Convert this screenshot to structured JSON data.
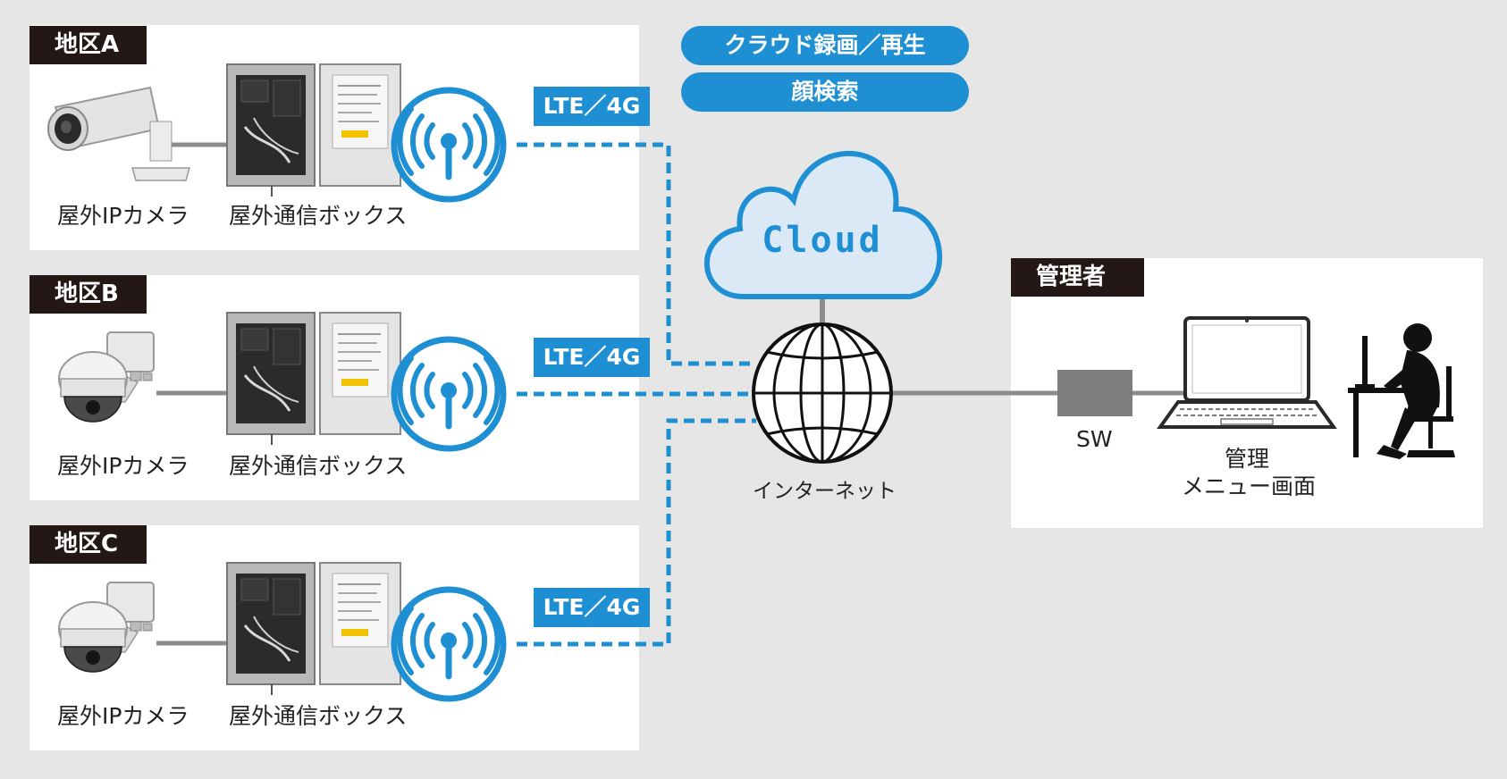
{
  "regions": [
    {
      "tag": "地区A",
      "camera_label": "屋外IPカメラ",
      "box_label": "屋外通信ボックス",
      "link_label": "LTE／4G",
      "camera_type": "bullet"
    },
    {
      "tag": "地区B",
      "camera_label": "屋外IPカメラ",
      "box_label": "屋外通信ボックス",
      "link_label": "LTE／4G",
      "camera_type": "dome"
    },
    {
      "tag": "地区C",
      "camera_label": "屋外IPカメラ",
      "box_label": "屋外通信ボックス",
      "link_label": "LTE／4G",
      "camera_type": "dome"
    }
  ],
  "cloud": {
    "label": "Cloud",
    "services": [
      "クラウド録画／再生",
      "顔検索"
    ]
  },
  "internet": {
    "label": "インターネット"
  },
  "admin": {
    "tag": "管理者",
    "switch_label": "SW",
    "pc_label_line1": "管理",
    "pc_label_line2": "メニュー画面"
  },
  "colors": {
    "accent": "#1e8fd3",
    "tag_bg": "#231815",
    "background": "#e6e6e6",
    "cloud_fill": "#dbe9f7",
    "line_gray": "#8c8c8c"
  },
  "icons": [
    "bullet-camera-icon",
    "dome-camera-icon",
    "communication-box-icon",
    "antenna-icon",
    "cloud-icon",
    "globe-icon",
    "switch-icon",
    "laptop-icon",
    "person-at-desk-icon"
  ]
}
